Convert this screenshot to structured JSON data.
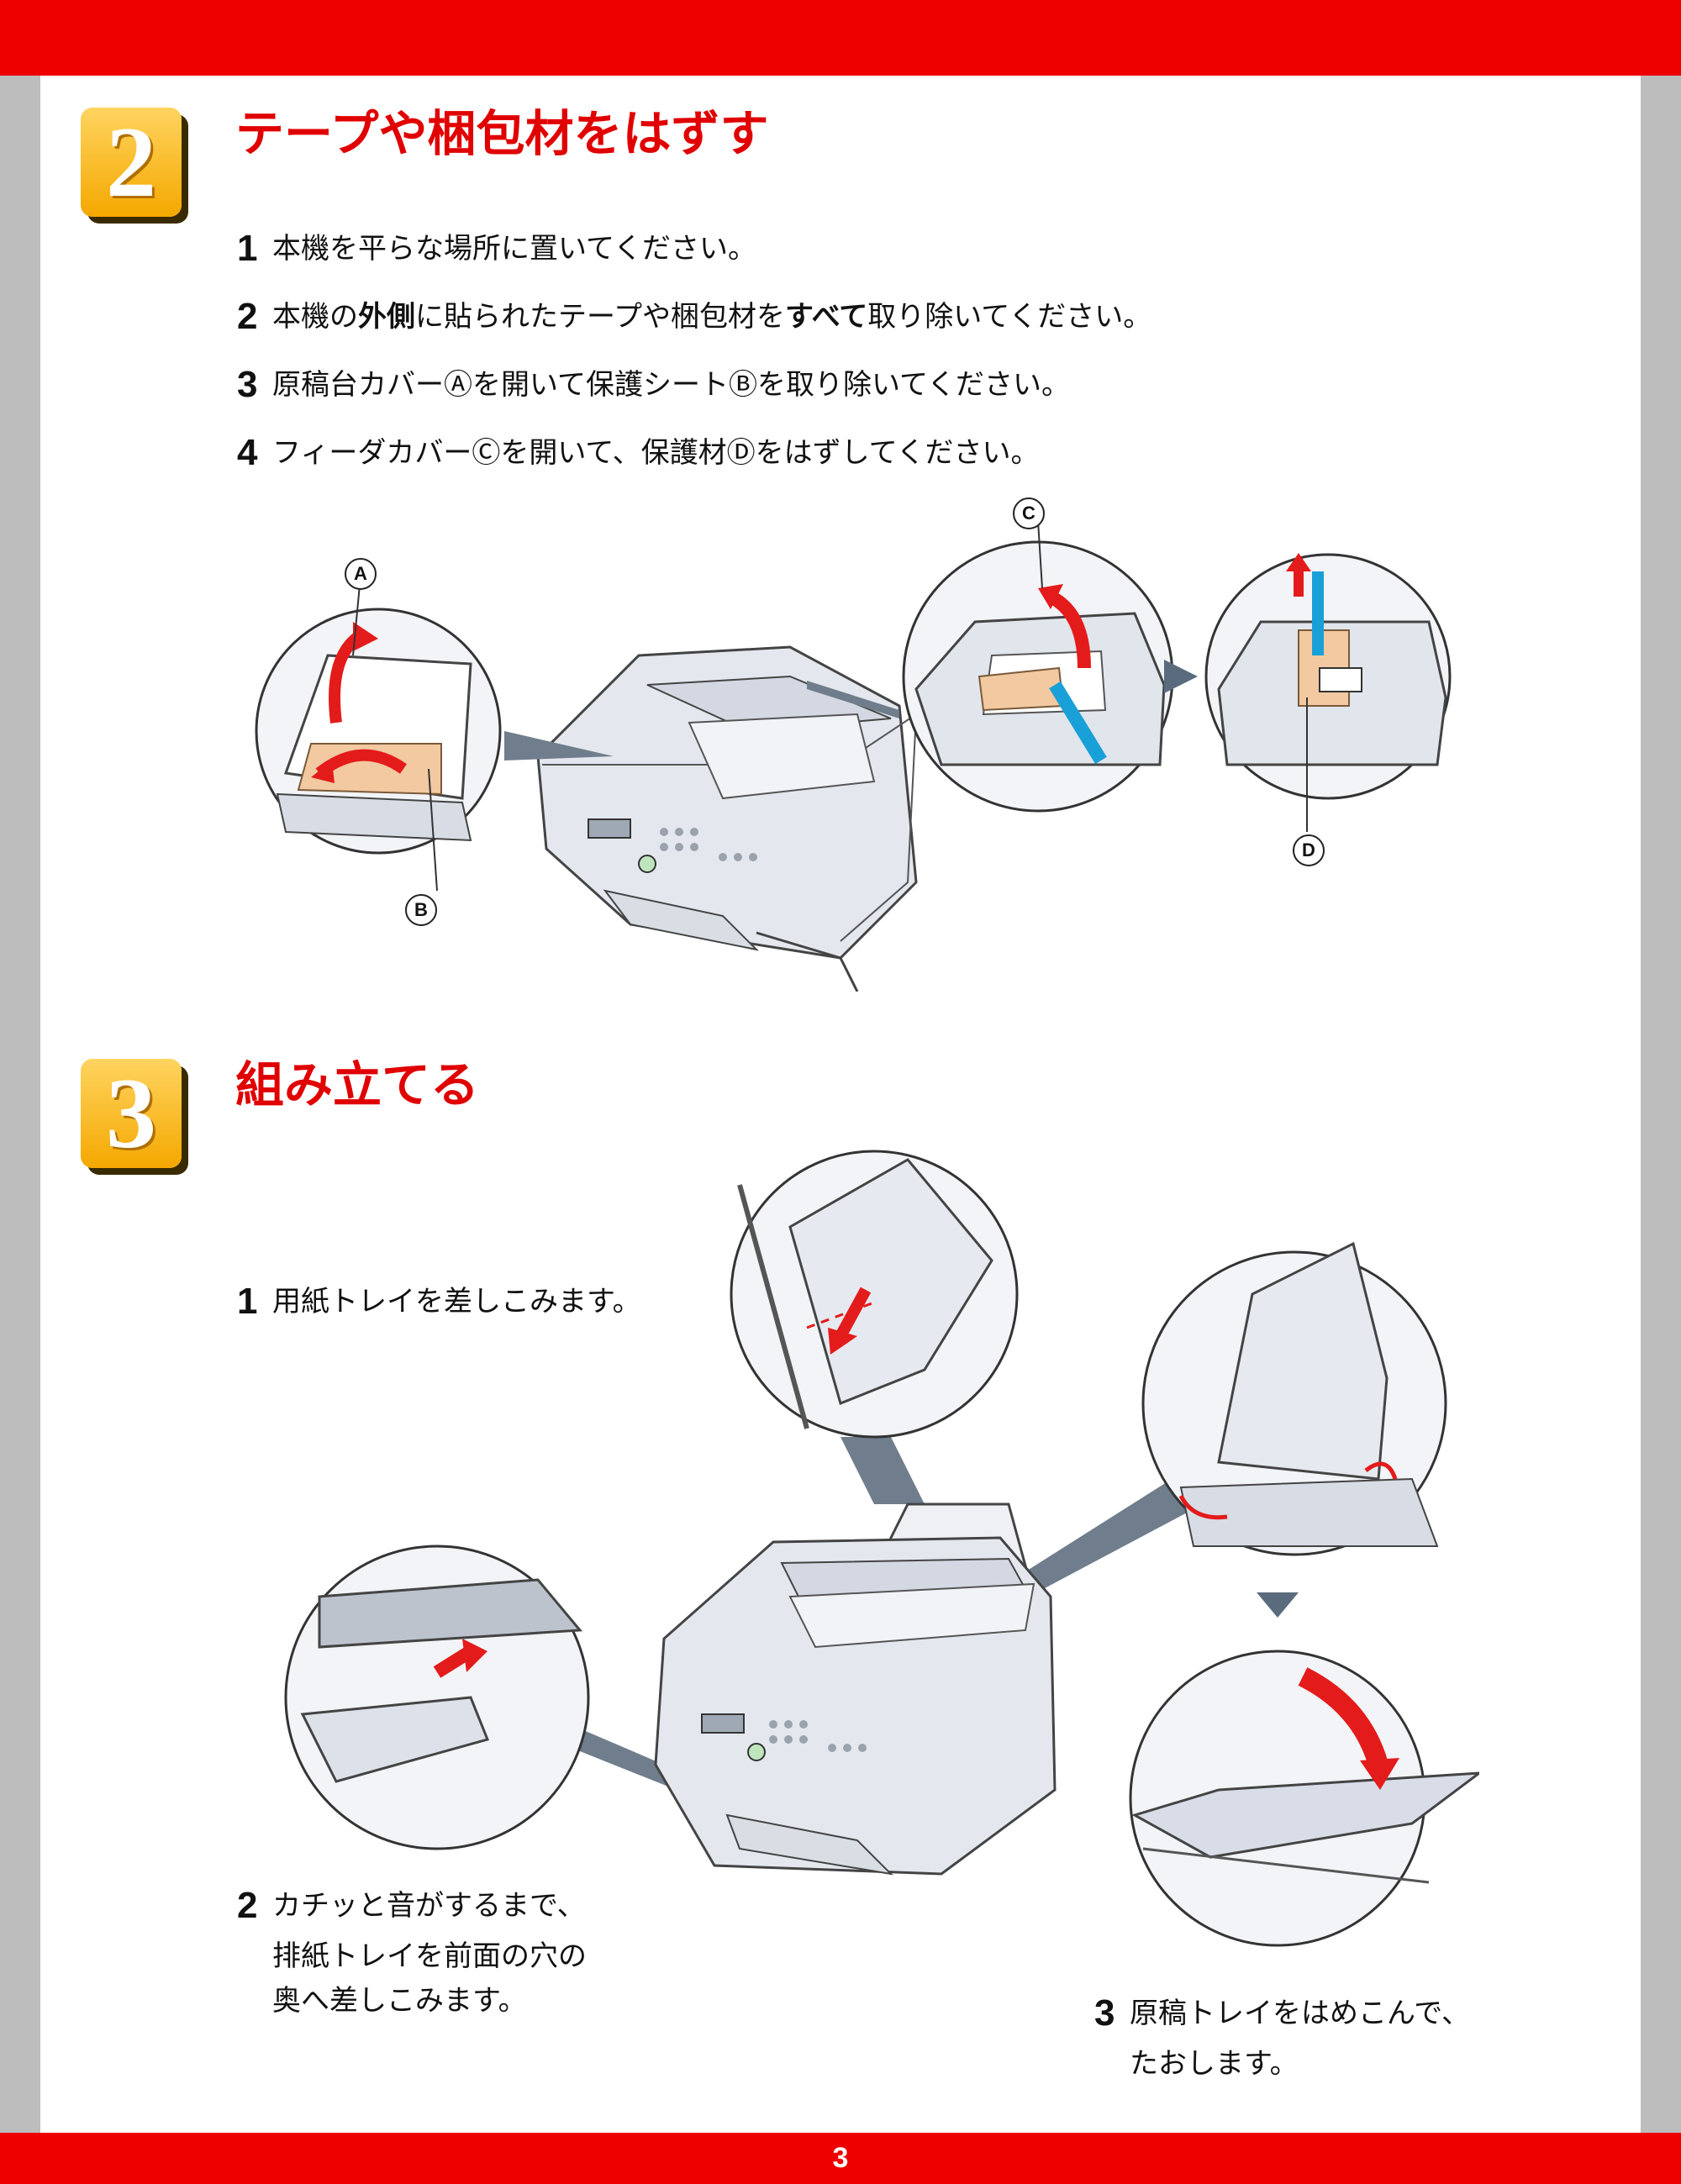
{
  "page_number": "3",
  "section2": {
    "badge": "2",
    "title": "テープや梱包材をはずす",
    "steps": [
      {
        "num": "1",
        "text": "本機を平らな場所に置いてください。"
      },
      {
        "num": "2",
        "pre": "本機の",
        "bold1": "外側",
        "mid": "に貼られたテープや梱包材を",
        "bold2": "すべて",
        "post": "取り除いてください。"
      },
      {
        "num": "3",
        "text": "原稿台カバーⒶを開いて保護シートⒷを取り除いてください。"
      },
      {
        "num": "4",
        "text": "フィーダカバーⒸを開いて、保護材Ⓓをはずしてください。"
      }
    ],
    "labels": {
      "a": "A",
      "b": "B",
      "c": "C",
      "d": "D"
    }
  },
  "section3": {
    "badge": "3",
    "title": "組み立てる",
    "steps": [
      {
        "num": "1",
        "text": "用紙トレイを差しこみます。"
      },
      {
        "num": "2",
        "lines": [
          "カチッと音がするまで、",
          "排紙トレイを前面の穴の",
          "奥へ差しこみます。"
        ]
      },
      {
        "num": "3",
        "lines": [
          "原稿トレイをはめこんで、",
          "たおします。"
        ]
      }
    ]
  },
  "colors": {
    "accent_red": "#ee0000",
    "badge_orange": "#f4a800",
    "arrow_red": "#e41b1b",
    "tape_blue": "#1aa0d8",
    "sheet_tan": "#f2c9a0"
  }
}
